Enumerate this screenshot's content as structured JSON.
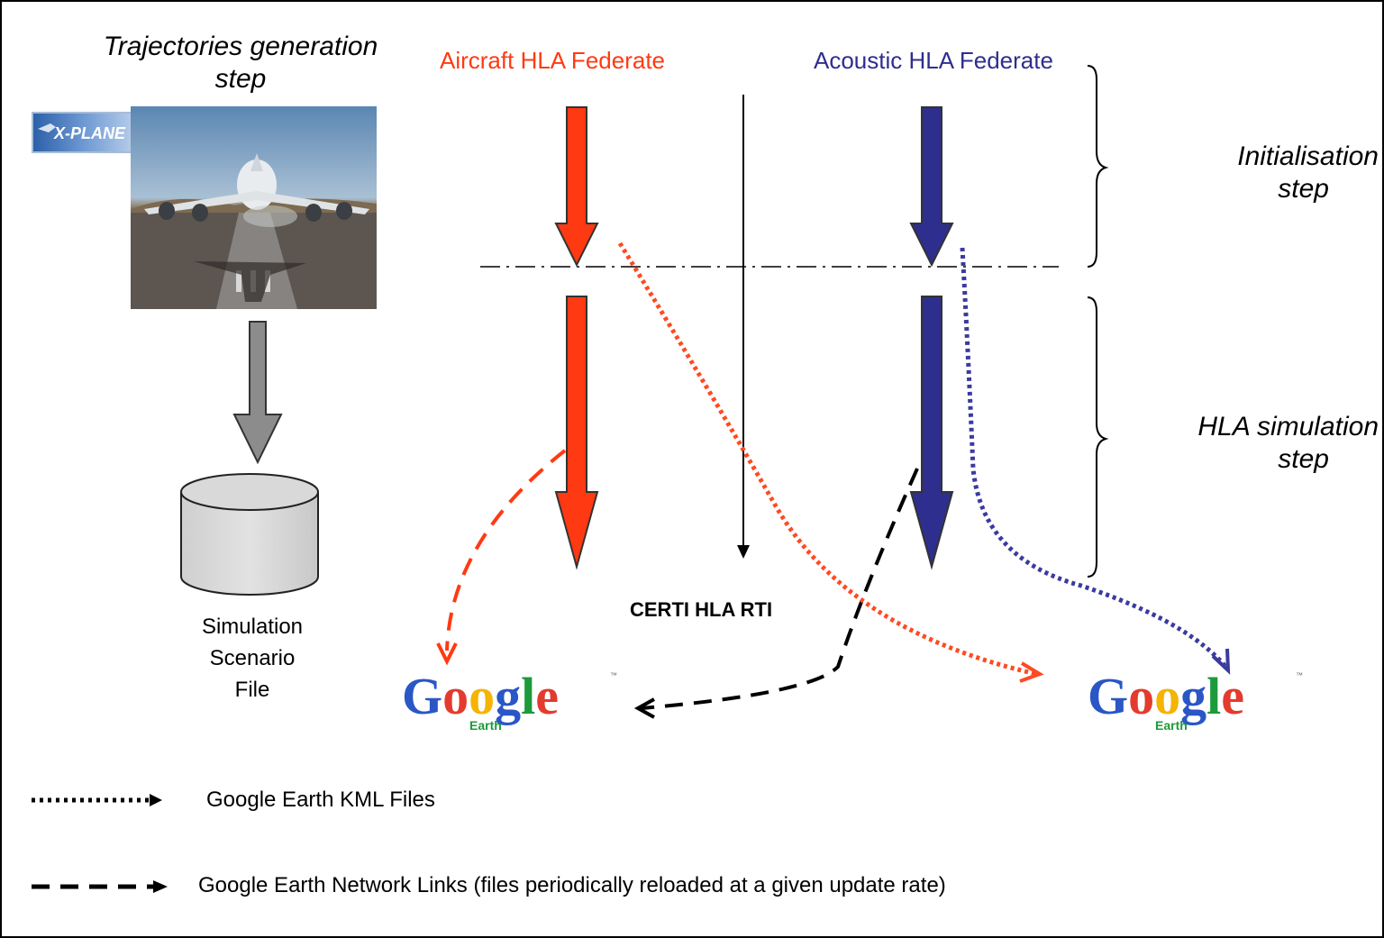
{
  "labels": {
    "traj_step_line1": "Trajectories generation",
    "traj_step_line2": "step",
    "aircraft_federate": "Aircraft HLA Federate",
    "acoustic_federate": "Acoustic HLA Federate",
    "init_step_line1": "Initialisation",
    "init_step_line2": "step",
    "hla_step_line1": "HLA simulation",
    "hla_step_line2": "step",
    "rti": "CERTI HLA  RTI",
    "scenario_line1": "Simulation",
    "scenario_line2": "Scenario",
    "scenario_line3": "File"
  },
  "logos": {
    "xplane_text": "X-PLANE",
    "google_text": "Google",
    "earth_text": "Earth",
    "tm": "™"
  },
  "legend": {
    "kml": "Google Earth KML Files",
    "network_links": "Google Earth Network Links (files periodically reloaded at a given update rate)"
  },
  "colors": {
    "aircraft": "#ff3a12",
    "acoustic": "#2e2e8f",
    "aircraft_dotted": "#ff4a22",
    "acoustic_dotted": "#3a3aa0",
    "network_link": "#000000",
    "scenario_arrow": "#8c8c8c",
    "scenario_db": "#d8d8d8"
  }
}
